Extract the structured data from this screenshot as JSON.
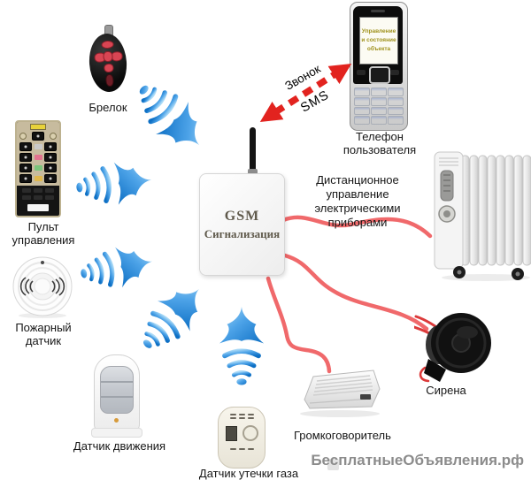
{
  "gsm_unit": {
    "name_line1": "GSM",
    "name_line2": "Сигнализация"
  },
  "devices": {
    "keyfob": "Брелок",
    "control_panel": "Пульт управления",
    "smoke_detector": "Пожарный датчик",
    "motion_sensor": "Датчик движения",
    "gas_sensor": "Датчик утечки газа",
    "loudspeaker": "Громкоговоритель",
    "siren": "Сирена"
  },
  "phone": {
    "label_line1": "Телефон",
    "label_line2": "пользователя",
    "screen_line1": "Управление",
    "screen_line2": "и состояние",
    "screen_line3": "объекта"
  },
  "remote_control_note": {
    "line1": "Дистанционное управление",
    "line2": "электрическими приборами"
  },
  "communication": {
    "call": "Звонок",
    "sms": "SMS"
  },
  "watermark": "БесплатныеОбъявления.рф",
  "colors": {
    "signal_blue_light": "#aedcf7",
    "signal_blue_dark": "#0d6fc4",
    "wire_red": "#f0696b",
    "arrow_red": "#e2231f",
    "gsm_text": "#5f594b",
    "watermark_gray": "#8c8c8c",
    "background": "#ffffff"
  }
}
